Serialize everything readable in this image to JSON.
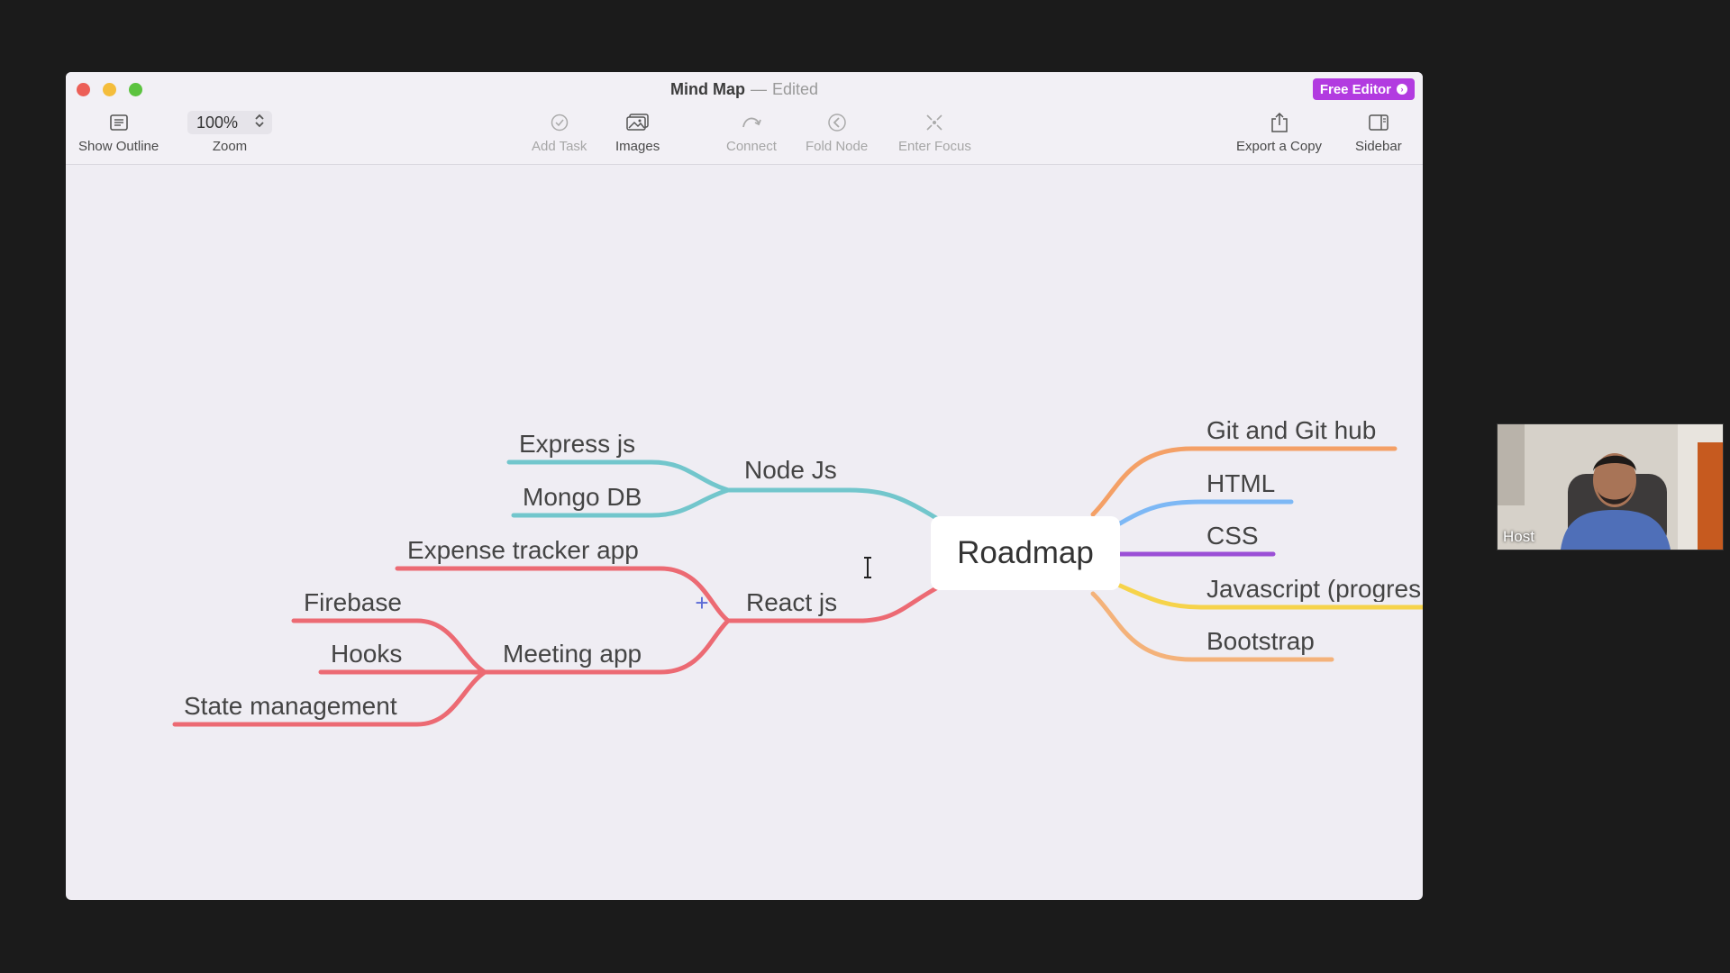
{
  "window": {
    "title": "Mind Map",
    "separator": "—",
    "status": "Edited",
    "free_editor_label": "Free Editor"
  },
  "toolbar": {
    "show_outline": "Show Outline",
    "zoom_label": "Zoom",
    "zoom_value": "100%",
    "add_task": "Add Task",
    "images": "Images",
    "connect": "Connect",
    "fold_node": "Fold Node",
    "enter_focus": "Enter Focus",
    "export_copy": "Export a Copy",
    "sidebar": "Sidebar"
  },
  "mindmap": {
    "root": "Roadmap",
    "right_branches": [
      {
        "label": "Git and Git hub",
        "color": "#f4a066"
      },
      {
        "label": "HTML",
        "color": "#7db8f5"
      },
      {
        "label": "CSS",
        "color": "#9b4fd6"
      },
      {
        "label": "Javascript (progres",
        "color": "#f6d34a"
      },
      {
        "label": "Bootstrap",
        "color": "#f4b27a"
      }
    ],
    "node_js": {
      "label": "Node Js",
      "color": "#72c6cc",
      "children": [
        "Express js",
        "Mongo DB"
      ]
    },
    "react_js": {
      "label": "React js",
      "color": "#ec6a73",
      "children": [
        "Expense tracker app",
        "Meeting app"
      ]
    },
    "meeting_app": {
      "label": "Meeting app",
      "children": [
        "Firebase",
        "Hooks",
        "State management"
      ]
    }
  },
  "webcam": {
    "label": "Host"
  },
  "icons": [
    "outline-icon",
    "zoom-stepper-icon",
    "add-task-icon",
    "images-icon",
    "connect-icon",
    "fold-node-icon",
    "enter-focus-icon",
    "export-icon",
    "sidebar-icon",
    "plus-icon",
    "text-cursor-icon"
  ]
}
